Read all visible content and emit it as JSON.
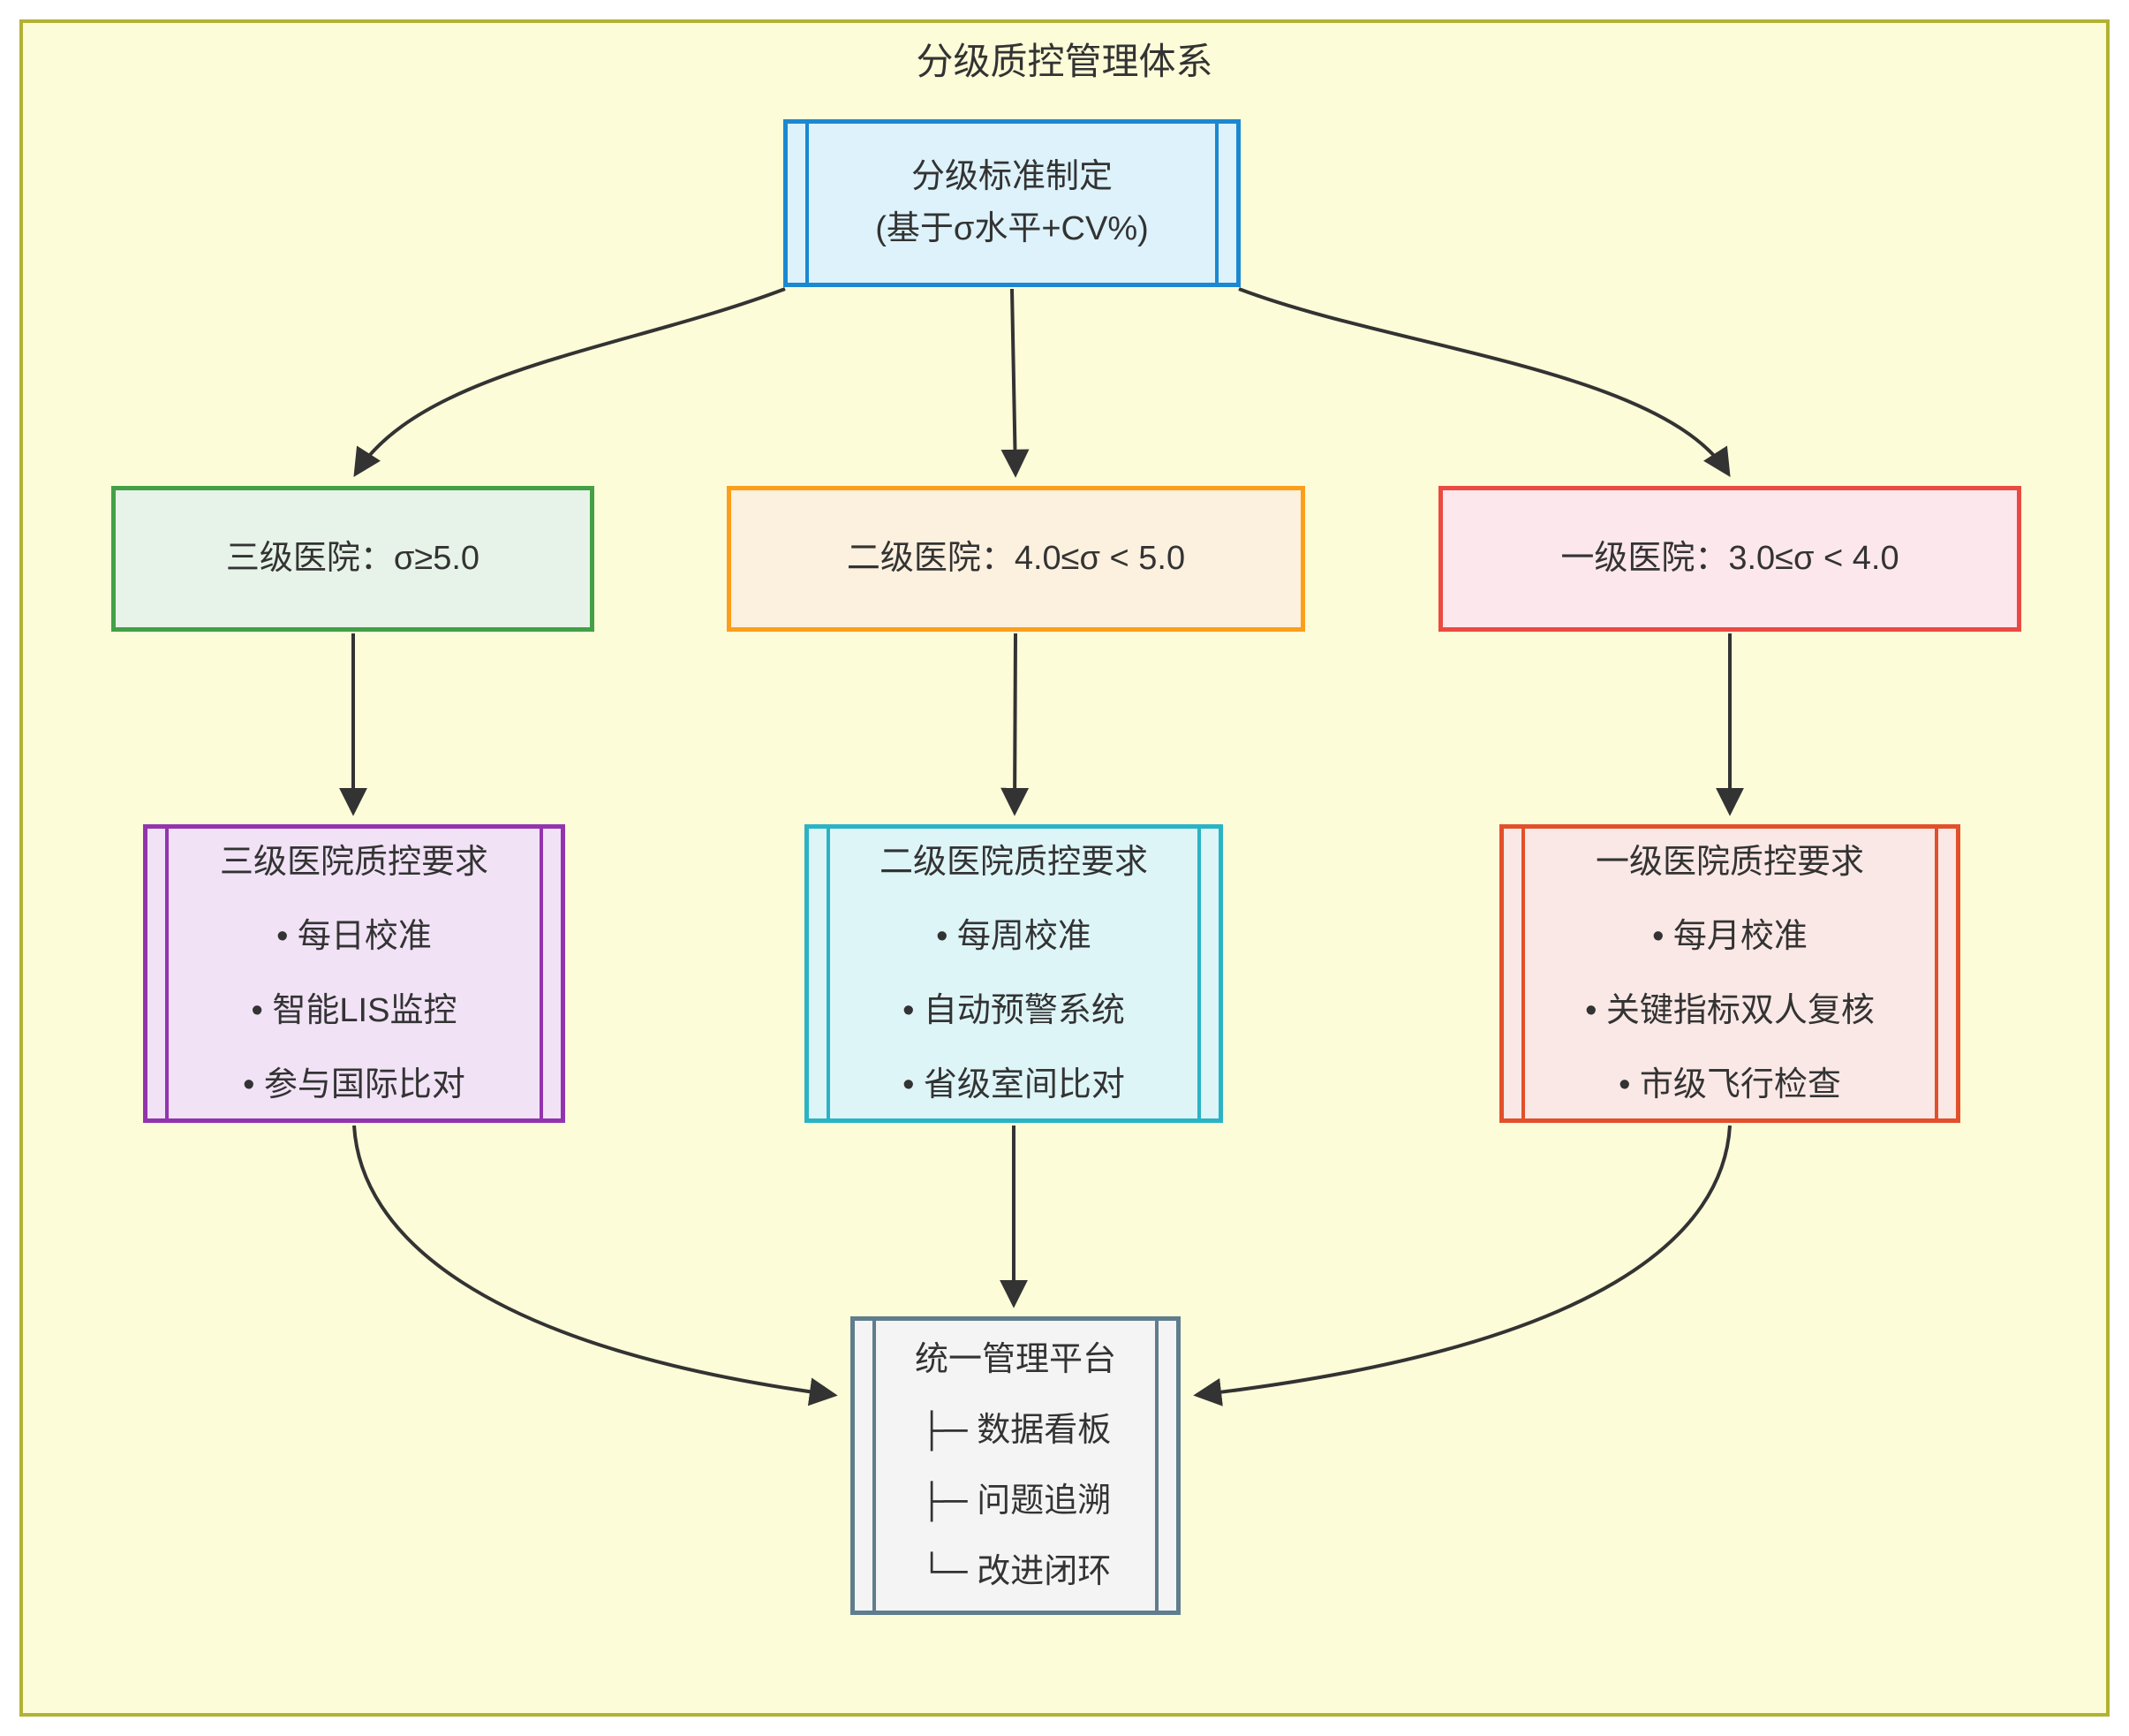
{
  "diagram": {
    "title": "分级质控管理体系",
    "nodes": {
      "standard": {
        "lines": [
          "分级标准制定",
          "(基于σ水平+CV%)"
        ]
      },
      "tier3": {
        "label": "三级医院：σ≥5.0"
      },
      "tier2": {
        "label": "二级医院：4.0≤σ < 5.0"
      },
      "tier1": {
        "label": "一级医院：3.0≤σ < 4.0"
      },
      "tier3_req": {
        "lines": [
          "三级医院质控要求",
          "• 每日校准",
          "• 智能LIS监控",
          "• 参与国际比对"
        ]
      },
      "tier2_req": {
        "lines": [
          "二级医院质控要求",
          "• 每周校准",
          "• 自动预警系统",
          "• 省级室间比对"
        ]
      },
      "tier1_req": {
        "lines": [
          "一级医院质控要求",
          "• 每月校准",
          "• 关键指标双人复核",
          "• 市级飞行检查"
        ]
      },
      "platform": {
        "lines": [
          "统一管理平台",
          "├─ 数据看板",
          "├─ 问题追溯",
          "└─ 改进闭环"
        ]
      }
    },
    "palette": {
      "canvas_bg": "#fcfcd8",
      "frame_border": "#b2b135",
      "text": "#333333",
      "arrow": "#333333",
      "standard_border": "#1b88d2",
      "standard_fill": "#ddf2fb",
      "tier3_border": "#43a047",
      "tier3_fill": "#e7f3e8",
      "tier2_border": "#fb9e1b",
      "tier2_fill": "#fcf0df",
      "tier1_border": "#ea4a42",
      "tier1_fill": "#fce7ed",
      "tier3_req_border": "#9334ae",
      "tier3_req_fill": "#f1e2f6",
      "tier2_req_border": "#2ab3c5",
      "tier2_req_fill": "#def5f8",
      "tier1_req_border": "#e1502b",
      "tier1_req_fill": "#fae8e6",
      "platform_border": "#5f7d8d",
      "platform_fill": "#f4f4f4"
    }
  }
}
